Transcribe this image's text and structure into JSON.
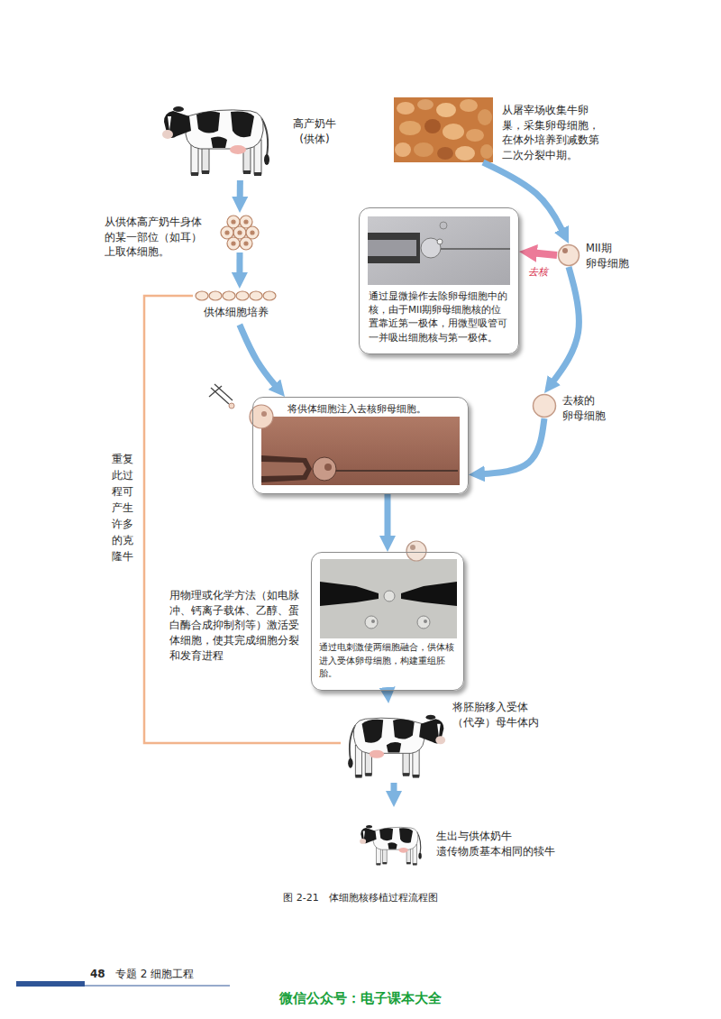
{
  "diagram": {
    "caption": "图 2-21　体细胞核移植过程流程图",
    "nodes": [
      {
        "text": [
          "高产奶牛 (供体)"
        ]
      },
      {
        "text": [
          "从屠宰场收集牛卵巢，采集卵母细胞，在体外培养到减数第二次分裂中期。"
        ]
      },
      {
        "text": [
          "从供体高产奶牛身体的某一部位（如耳）上取体细胞。"
        ]
      },
      {
        "text": [
          "MII期 卵母细胞"
        ]
      },
      {
        "text": [
          "通过显微操作去除卵母细胞中的核，由于MII期卵母细胞核的位置靠近第一极体，用微型吸管可一并吸出细胞核与第一极体。"
        ]
      },
      {
        "text": [
          "供体细胞培养"
        ]
      },
      {
        "text": [
          "去核的 卵母细胞"
        ]
      },
      {
        "text": [
          "将供体细胞注入去核卵母细胞。"
        ]
      },
      {
        "text": [
          "通过电刺激使两细胞融合，供体核进入受体卵母细胞，构建重组胚胎。"
        ]
      },
      {
        "text": [
          "将胚胎移入受体 （代孕）母牛体内"
        ]
      },
      {
        "text": [
          "生出与供体奶牛 遗传物质基本相同的犊牛"
        ]
      }
    ],
    "edges": [
      {
        "from": 0,
        "to": 2,
        "arrow": "to"
      },
      {
        "from": 2,
        "to": 5,
        "arrow": "to"
      },
      {
        "from": 5,
        "to": 7,
        "arrow": "to"
      },
      {
        "from": 1,
        "to": 3,
        "arrow": "to"
      },
      {
        "from": 3,
        "to": 4,
        "arrow": "to",
        "label": "去核"
      },
      {
        "from": 3,
        "to": 6,
        "arrow": "to"
      },
      {
        "from": 6,
        "to": 7,
        "arrow": "to"
      },
      {
        "from": 7,
        "to": 8,
        "arrow": "to"
      },
      {
        "from": 8,
        "to": 9,
        "arrow": "to"
      },
      {
        "from": 9,
        "to": 10,
        "arrow": "to"
      },
      {
        "from": 9,
        "to": 5,
        "arrow": "none"
      }
    ],
    "labels": [
      "用物理或化学方法（如电脉冲、钙离子载体、乙醇、蛋白酶合成抑制剂等）激活受体细胞，使其完成细胞分裂和发育进程",
      "重复此过程可产生许多的克隆牛",
      "48",
      "专题 2 细胞工程",
      "微信公众号：电子课本大全"
    ]
  }
}
